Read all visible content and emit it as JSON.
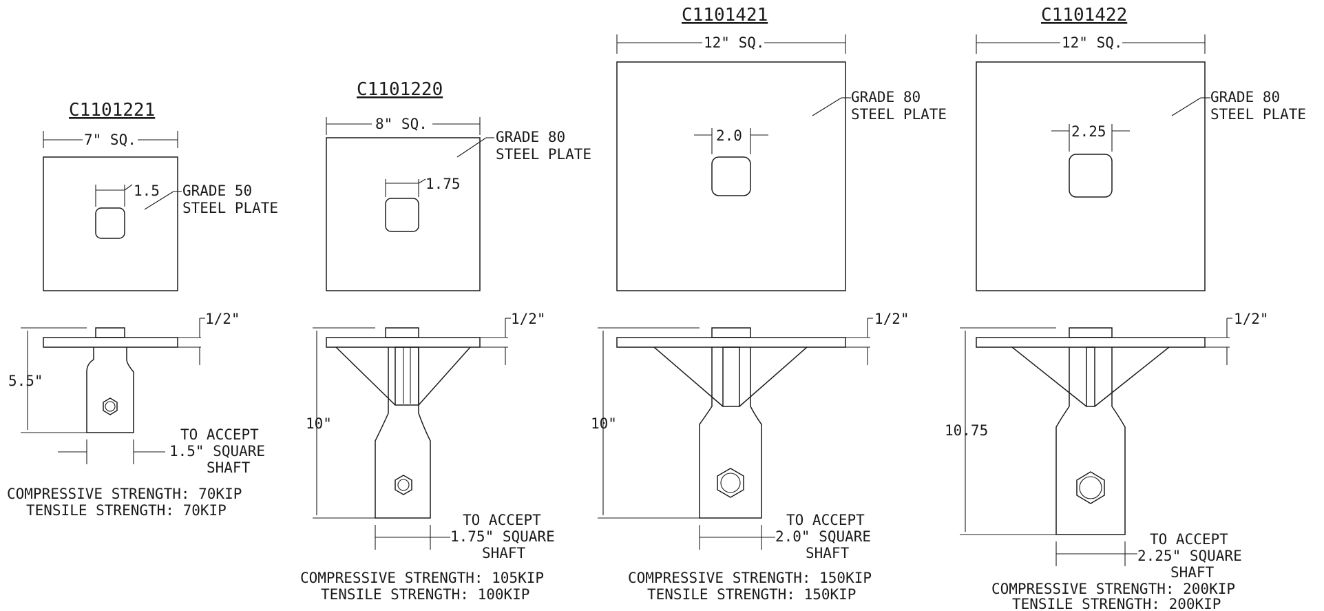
{
  "plates": [
    {
      "id": "C1101221",
      "width_label": "7\" SQ.",
      "hole_label": "1.5",
      "material_line1": "GRADE 50",
      "material_line2": "STEEL PLATE",
      "thickness_label": "1/2\"",
      "height_label": "5.5\"",
      "accept_line1": "TO ACCEPT",
      "accept_line2": "1.5\" SQUARE",
      "accept_line3": "SHAFT",
      "compressive": "COMPRESSIVE STRENGTH: 70KIP",
      "tensile": "TENSILE STRENGTH: 70KIP"
    },
    {
      "id": "C1101220",
      "width_label": "8\" SQ.",
      "hole_label": "1.75",
      "material_line1": "GRADE 80",
      "material_line2": "STEEL PLATE",
      "thickness_label": "1/2\"",
      "height_label": "10\"",
      "accept_line1": "TO ACCEPT",
      "accept_line2": "1.75\" SQUARE",
      "accept_line3": "SHAFT",
      "compressive": "COMPRESSIVE STRENGTH: 105KIP",
      "tensile": "TENSILE STRENGTH: 100KIP"
    },
    {
      "id": "C1101421",
      "width_label": "12\" SQ.",
      "hole_label": "2.0",
      "material_line1": "GRADE 80",
      "material_line2": "STEEL PLATE",
      "thickness_label": "1/2\"",
      "height_label": "10\"",
      "accept_line1": "TO ACCEPT",
      "accept_line2": "2.0\" SQUARE",
      "accept_line3": "SHAFT",
      "compressive": "COMPRESSIVE STRENGTH: 150KIP",
      "tensile": "TENSILE STRENGTH: 150KIP"
    },
    {
      "id": "C1101422",
      "width_label": "12\" SQ.",
      "hole_label": "2.25",
      "material_line1": "GRADE 80",
      "material_line2": "STEEL PLATE",
      "thickness_label": "1/2\"",
      "height_label": "10.75",
      "accept_line1": "TO ACCEPT",
      "accept_line2": "2.25\" SQUARE",
      "accept_line3": "SHAFT",
      "compressive": "COMPRESSIVE STRENGTH: 200KIP",
      "tensile": "TENSILE STRENGTH: 200KIP"
    }
  ]
}
